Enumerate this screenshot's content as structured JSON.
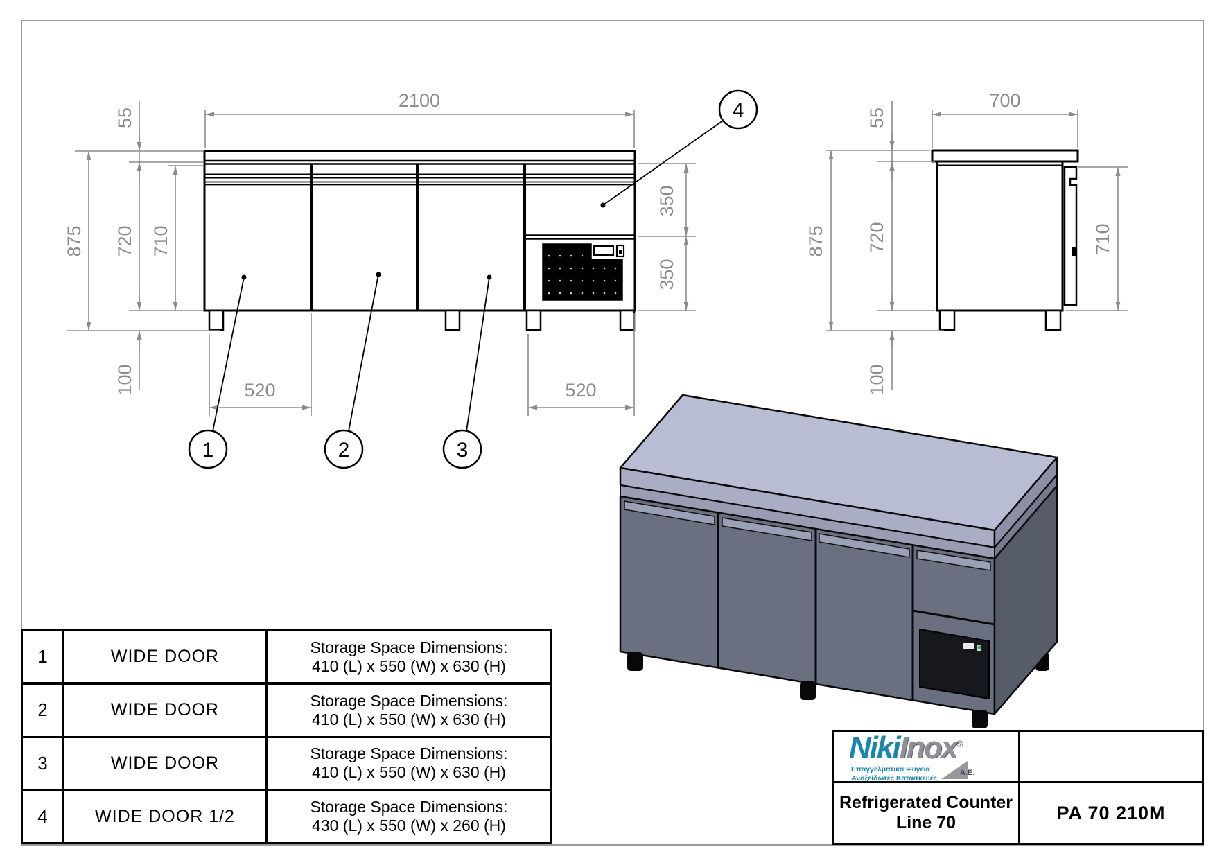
{
  "front_view": {
    "dim_width": "2100",
    "dim_top_thickness": "55",
    "dim_total_height": "875",
    "dim_body_height": "720",
    "dim_door_height": "710",
    "dim_leg_height": "100",
    "dim_door_width": "520",
    "dim_compressor_width": "520",
    "dim_half_door_height": "350",
    "dim_compressor_height": "350",
    "callout_1": "1",
    "callout_2": "2",
    "callout_3": "3",
    "callout_4": "4"
  },
  "side_view": {
    "dim_depth": "700",
    "dim_top_thickness": "55",
    "dim_total_height": "875",
    "dim_body_height": "720",
    "dim_door_height": "710",
    "dim_leg_height": "100"
  },
  "parts_table": {
    "rows": [
      {
        "num": "1",
        "name": "WIDE DOOR",
        "desc_line1": "Storage Space Dimensions:",
        "desc_line2": "410 (L) x 550 (W) x 630 (H)"
      },
      {
        "num": "2",
        "name": "WIDE DOOR",
        "desc_line1": "Storage Space Dimensions:",
        "desc_line2": "410 (L) x 550 (W) x 630 (H)"
      },
      {
        "num": "3",
        "name": "WIDE DOOR",
        "desc_line1": "Storage Space Dimensions:",
        "desc_line2": "410 (L) x 550 (W) x 630 (H)"
      },
      {
        "num": "4",
        "name": "WIDE DOOR 1/2",
        "desc_line1": "Storage Space Dimensions:",
        "desc_line2": "430 (L) x 550 (W) x 260 (H)"
      }
    ]
  },
  "title_block": {
    "brand_primary": "Niki",
    "brand_secondary": "Inox",
    "registered_mark": "®",
    "tagline_line1": "Επαγγελματικά Ψυγεία",
    "tagline_line2": "Ανοξείδωτες Κατασκευές",
    "company_suffix": "Α.Ε.",
    "product_line1": "Refrigerated Counter",
    "product_line2": "Line 70",
    "model_code": "PA 70 210M"
  },
  "colors": {
    "brand_blue": "#1a85ad",
    "dimension_gray": "#8c8c8c",
    "line_black": "#000000",
    "iso_top": "#b9bdd3",
    "iso_body": "#6b7080",
    "iso_side": "#575c6a",
    "page_border": "#9b9b9b"
  }
}
